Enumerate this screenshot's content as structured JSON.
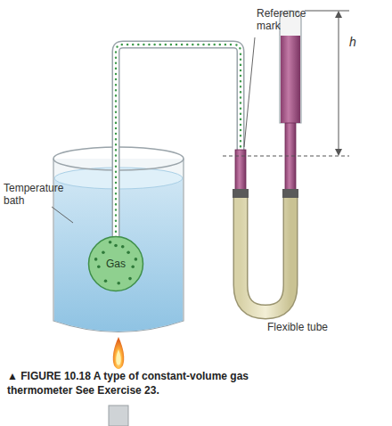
{
  "diagram": {
    "caption": "▲ FIGURE 10.18 A type of constant-volume gas thermometer See Exercise 23.",
    "nodes": [
      {
        "text": [
          "Gas"
        ]
      }
    ],
    "labels": [
      "Reference mark",
      "h",
      "Temperature bath",
      "Flexible tube"
    ]
  }
}
